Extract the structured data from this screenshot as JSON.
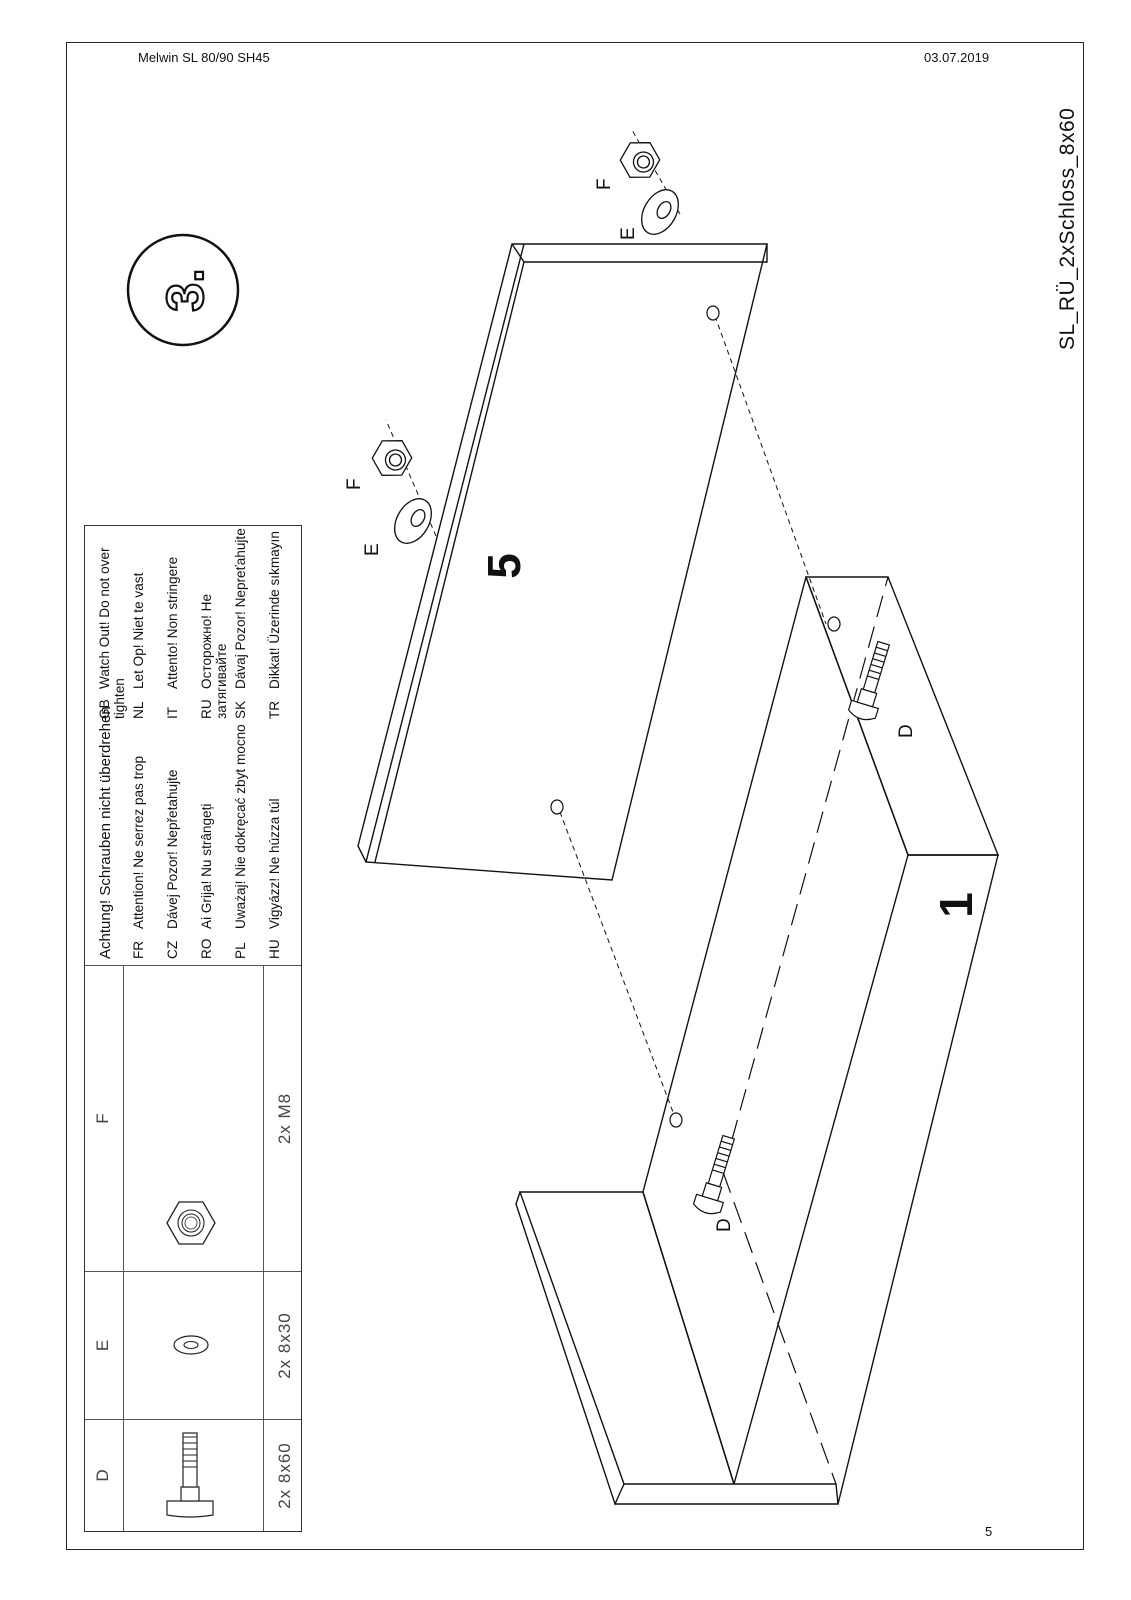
{
  "header": {
    "product": "Melwin SL 80/90 SH45",
    "date": "03.07.2019",
    "file_name": "SL_RÜ_2xSchloss_8x60",
    "step": "3.",
    "page_number": "5"
  },
  "parts": [
    {
      "letter": "D",
      "quantity": "2x  8x60",
      "icon": "carriage-bolt-icon"
    },
    {
      "letter": "E",
      "quantity": "2x  8x30",
      "icon": "washer-icon"
    },
    {
      "letter": "F",
      "quantity": "2x  M8",
      "icon": "hex-nut-icon"
    }
  ],
  "warning": {
    "heading": "Achtung! Schrauben nicht überdrehen",
    "left": [
      {
        "code": "FR",
        "text": "Attention! Ne serrez pas trop"
      },
      {
        "code": "CZ",
        "text": "Dávej Pozor! Nepřetahujte"
      },
      {
        "code": "RO",
        "text": "Ai Grija! Nu strângeți"
      },
      {
        "code": "PL",
        "text": "Uważaj! Nie dokręcać zbyt mocno"
      },
      {
        "code": "HU",
        "text": "Vigyázz! Ne húzza túl"
      }
    ],
    "right": [
      {
        "code": "GB",
        "text": "Watch Out! Do not over tighten"
      },
      {
        "code": "NL",
        "text": "Let Op! Niet te vast"
      },
      {
        "code": "IT",
        "text": "Attento! Non stringere"
      },
      {
        "code": "RU",
        "text": "Осторожно! Не затягивайте"
      },
      {
        "code": "SK",
        "text": "Dávaj Pozor! Nepreťahujte"
      },
      {
        "code": "TR",
        "text": "Dikkat! Üzerinde sıkmayın"
      }
    ]
  },
  "drawing": {
    "part_labels": {
      "board": "5",
      "frame": "1"
    },
    "hardware_labels": {
      "bolt": "D",
      "washer": "E",
      "nut": "F"
    }
  }
}
